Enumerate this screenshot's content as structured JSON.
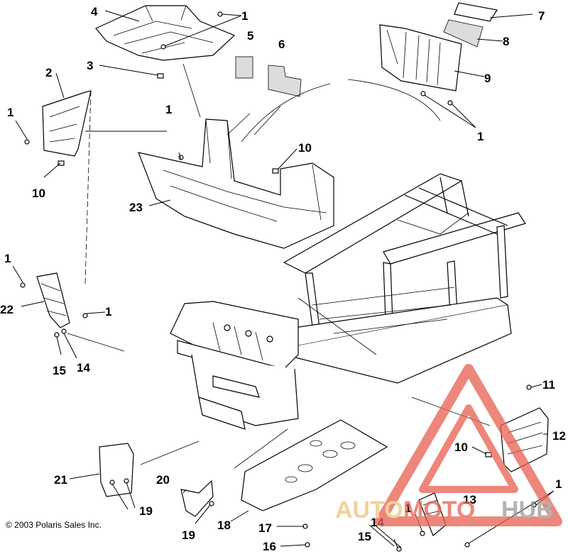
{
  "labels": [
    {
      "id": "c4",
      "text": "4"
    },
    {
      "id": "c1a",
      "text": "1"
    },
    {
      "id": "c7",
      "text": "7"
    },
    {
      "id": "c8",
      "text": "8"
    },
    {
      "id": "c5",
      "text": "5"
    },
    {
      "id": "c6",
      "text": "6"
    },
    {
      "id": "c3",
      "text": "3"
    },
    {
      "id": "c9",
      "text": "9"
    },
    {
      "id": "c2",
      "text": "2"
    },
    {
      "id": "c1b",
      "text": "1"
    },
    {
      "id": "c1c",
      "text": "1"
    },
    {
      "id": "c1d",
      "text": "1"
    },
    {
      "id": "c10a",
      "text": "10"
    },
    {
      "id": "c10b",
      "text": "10"
    },
    {
      "id": "c23",
      "text": "23"
    },
    {
      "id": "c1e",
      "text": "1"
    },
    {
      "id": "c22",
      "text": "22"
    },
    {
      "id": "c1f",
      "text": "1"
    },
    {
      "id": "c15a",
      "text": "15"
    },
    {
      "id": "c14a",
      "text": "14"
    },
    {
      "id": "c11",
      "text": "11"
    },
    {
      "id": "c12",
      "text": "12"
    },
    {
      "id": "c10c",
      "text": "10"
    },
    {
      "id": "c21",
      "text": "21"
    },
    {
      "id": "c20",
      "text": "20"
    },
    {
      "id": "c19a",
      "text": "19"
    },
    {
      "id": "c19b",
      "text": "19"
    },
    {
      "id": "c18",
      "text": "18"
    },
    {
      "id": "c17",
      "text": "17"
    },
    {
      "id": "c16",
      "text": "16"
    },
    {
      "id": "c13",
      "text": "13"
    },
    {
      "id": "c1g",
      "text": "1"
    },
    {
      "id": "c14b",
      "text": "14"
    },
    {
      "id": "c15b",
      "text": "15"
    },
    {
      "id": "c1h",
      "text": "1"
    }
  ],
  "copyright": "© 2003 Polaris Sales Inc.",
  "watermark": {
    "part1": "AUTO",
    "part2": "MOTO",
    "part3": "HUB",
    "color_light": "#f2c27a",
    "color_red": "#e8604f",
    "color_gray": "#9a9a9a"
  }
}
